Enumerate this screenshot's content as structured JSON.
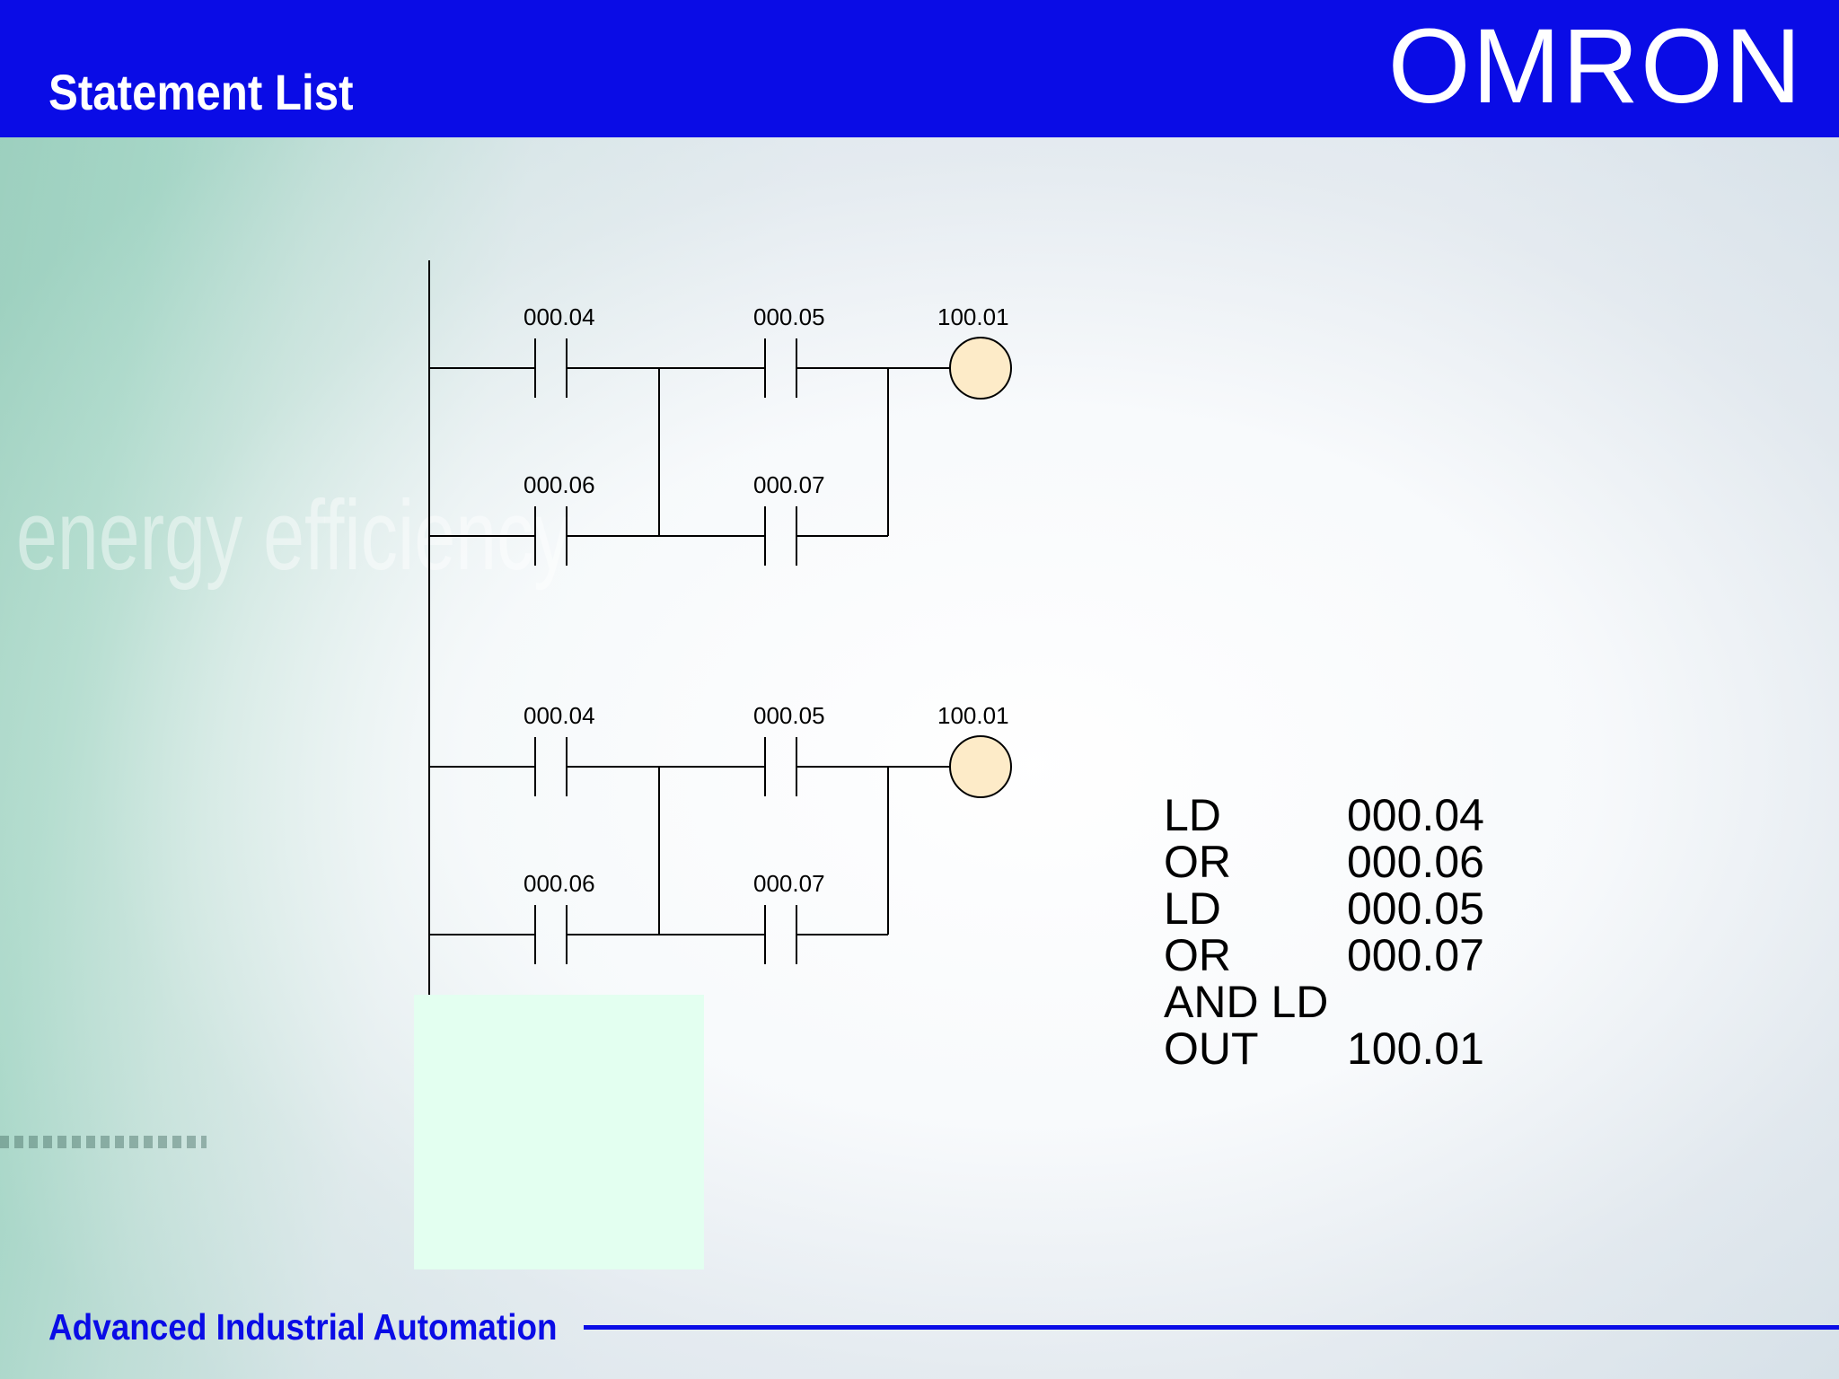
{
  "header": {
    "title": "Statement List",
    "logo": "OMRON",
    "color": "#0a0ce6"
  },
  "background": {
    "watermark_text": "energy efficiency"
  },
  "ladder": {
    "rung1": {
      "contacts": [
        "000.04",
        "000.05",
        "000.06",
        "000.07"
      ],
      "coil": "100.01"
    },
    "rung2": {
      "contacts": [
        "000.04",
        "000.05",
        "000.06",
        "000.07"
      ],
      "coil": "100.01"
    },
    "coil_fill": "#fdebc8"
  },
  "statement_list": [
    {
      "op": "LD",
      "operand": "000.04"
    },
    {
      "op": "OR",
      "operand": "000.06"
    },
    {
      "op": "LD",
      "operand": "000.05"
    },
    {
      "op": "OR",
      "operand": "000.07"
    },
    {
      "op": "AND LD",
      "operand": ""
    },
    {
      "op": "OUT",
      "operand": "100.01"
    }
  ],
  "footer": {
    "text": "Advanced Industrial Automation"
  }
}
